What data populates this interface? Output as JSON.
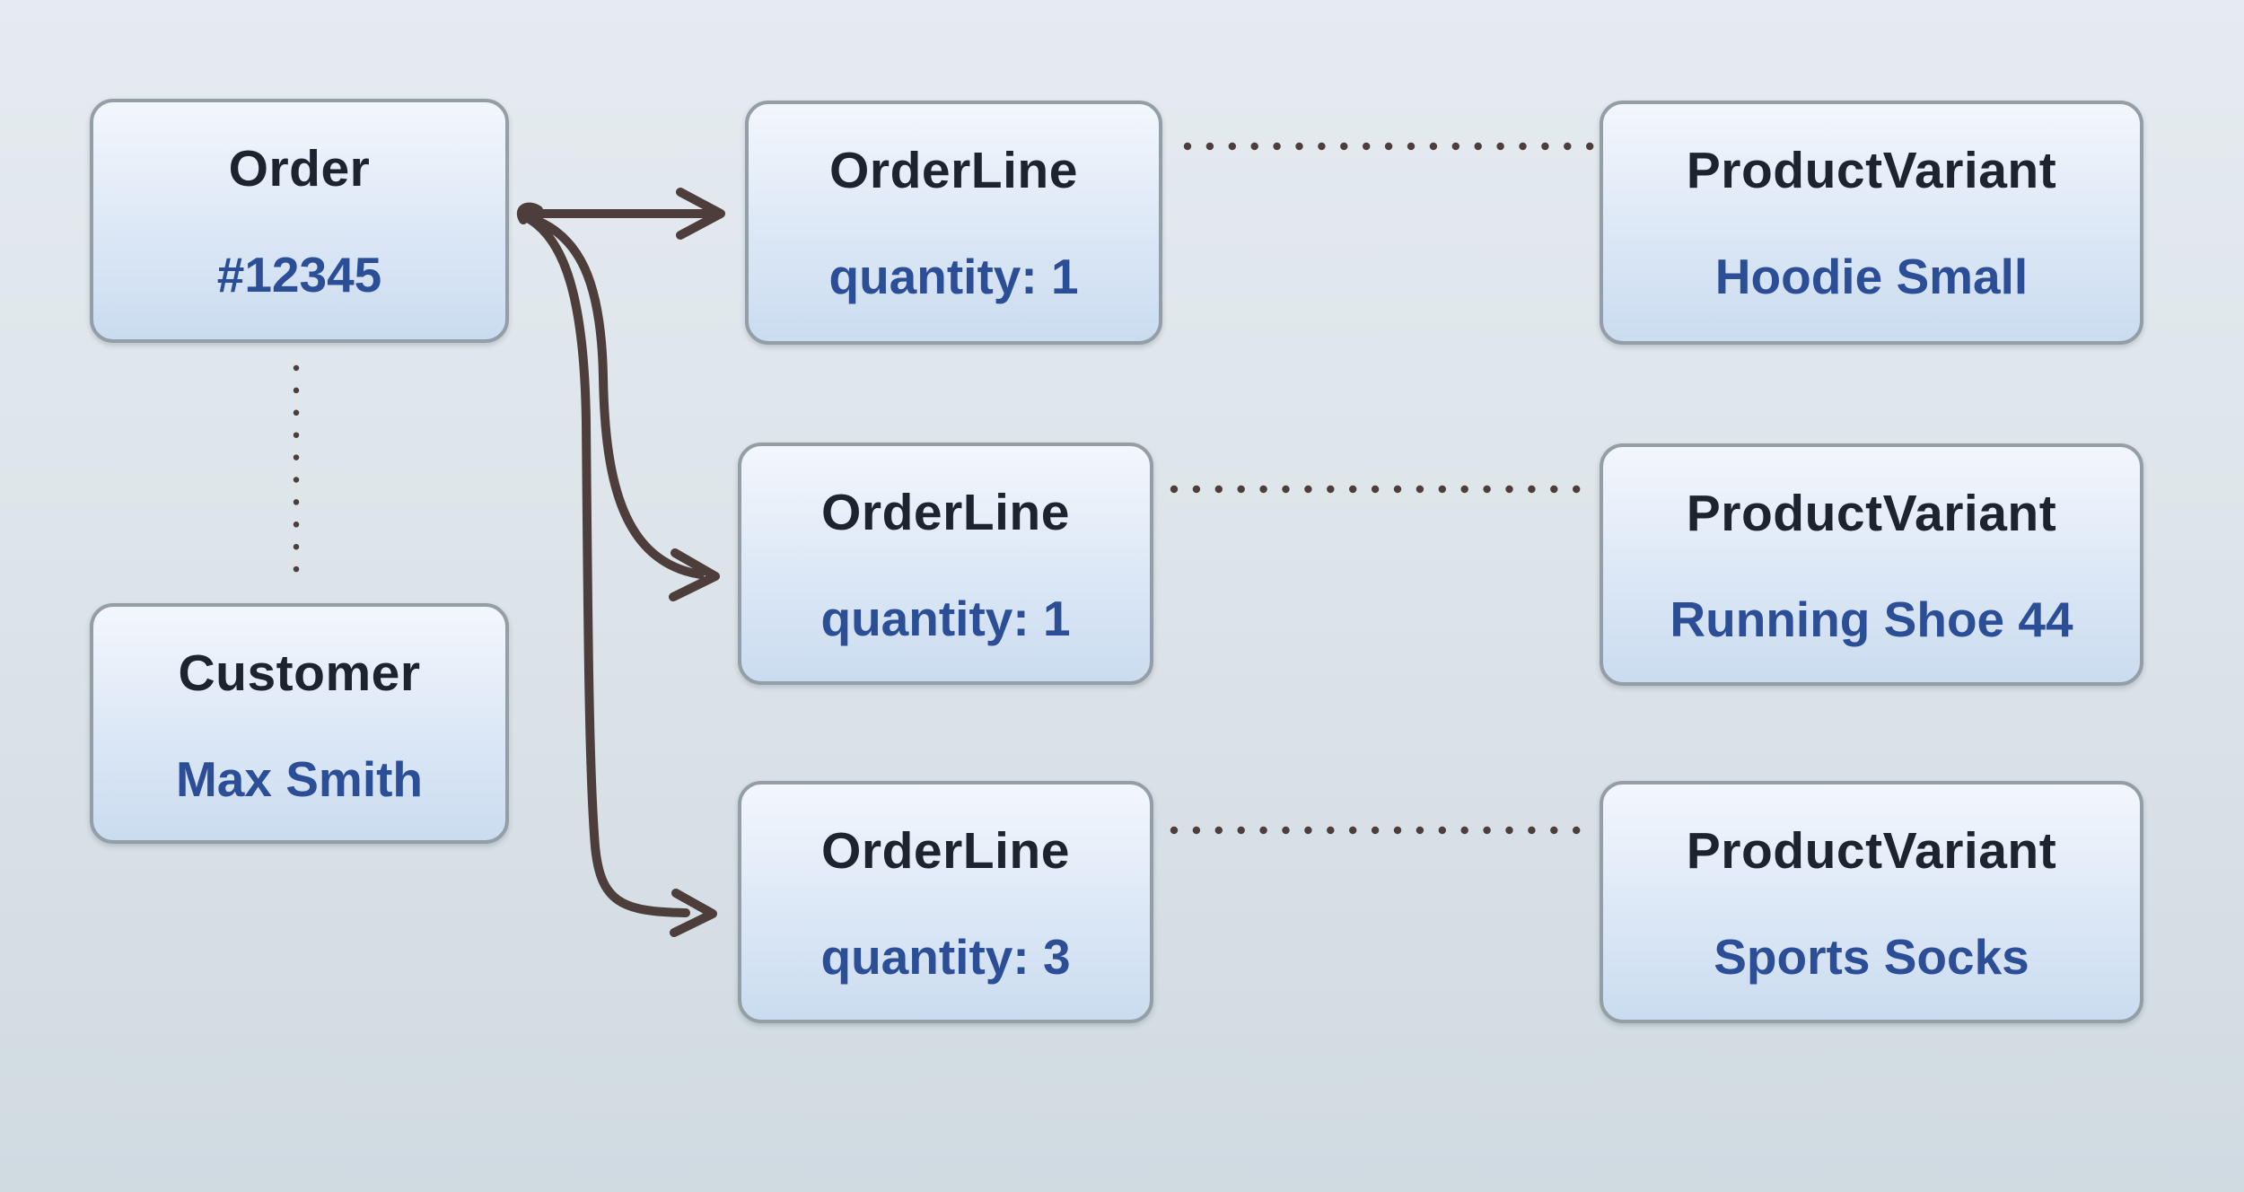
{
  "diagram": {
    "title": "Order domain model diagram",
    "nodes": {
      "order": {
        "type": "Order",
        "value": "#12345"
      },
      "customer": {
        "type": "Customer",
        "value": "Max Smith"
      },
      "orderline1": {
        "type": "OrderLine",
        "value": "quantity: 1"
      },
      "orderline2": {
        "type": "OrderLine",
        "value": "quantity: 1"
      },
      "orderline3": {
        "type": "OrderLine",
        "value": "quantity: 3"
      },
      "productvariant1": {
        "type": "ProductVariant",
        "value": "Hoodie Small"
      },
      "productvariant2": {
        "type": "ProductVariant",
        "value": "Running Shoe 44"
      },
      "productvariant3": {
        "type": "ProductVariant",
        "value": "Sports Socks"
      }
    },
    "edges": [
      {
        "from": "order",
        "to": "orderline1",
        "style": "solid-arrow"
      },
      {
        "from": "order",
        "to": "orderline2",
        "style": "solid-arrow"
      },
      {
        "from": "order",
        "to": "orderline3",
        "style": "solid-arrow"
      },
      {
        "from": "order",
        "to": "customer",
        "style": "dotted"
      },
      {
        "from": "orderline1",
        "to": "productvariant1",
        "style": "dotted"
      },
      {
        "from": "orderline2",
        "to": "productvariant2",
        "style": "dotted"
      },
      {
        "from": "orderline3",
        "to": "productvariant3",
        "style": "dotted"
      }
    ],
    "colors": {
      "bg_top": "#e5ebf0",
      "bg_mid": "#dde5ea",
      "bg_bottom": "#d0dae1",
      "node_fill_top": "#f3f7fd",
      "node_fill_mid": "#dde8f6",
      "node_fill_bottom": "#cbdcf0",
      "node_border": "#949ea6",
      "title_color": "#1c2430",
      "value_color": "#2b4e96",
      "connector_color": "#4d3e3c"
    }
  }
}
